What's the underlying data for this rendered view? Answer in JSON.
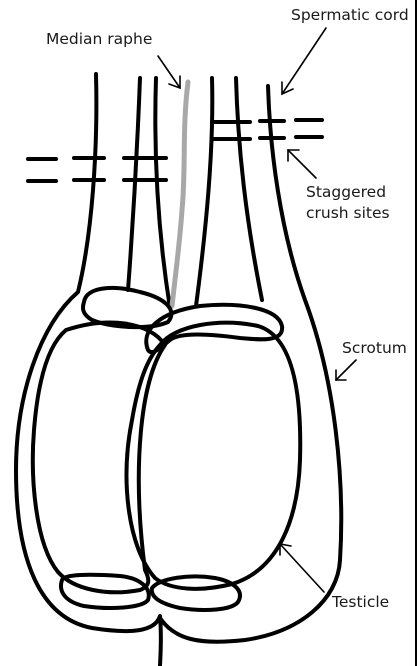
{
  "labels": {
    "median_raphe": "Median raphe",
    "spermatic_cord": "Spermatic cord",
    "staggered_line1": "Staggered",
    "staggered_line2": "crush sites",
    "scrotum": "Scrotum",
    "testicle": "Testicle"
  },
  "colors": {
    "ink": "#000000",
    "raphe": "#a8a8a8",
    "background": "#ffffff"
  }
}
